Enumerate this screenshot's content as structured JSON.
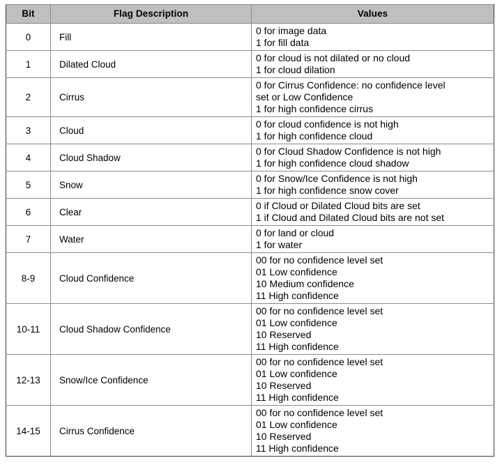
{
  "table": {
    "caption": "",
    "columns": [
      {
        "key": "bit",
        "label": "Bit"
      },
      {
        "key": "desc",
        "label": "Flag Description"
      },
      {
        "key": "val",
        "label": "Values"
      }
    ],
    "header_background": "#BFBFBF",
    "border_color": "#8A8A8A",
    "outer_border_color": "#3A3A3A",
    "rows": [
      {
        "bit": "0",
        "desc": "Fill",
        "values": [
          "0 for image data",
          "1 for fill data"
        ]
      },
      {
        "bit": "1",
        "desc": "Dilated Cloud",
        "values": [
          "0 for cloud is not dilated or no cloud",
          "1 for cloud dilation"
        ]
      },
      {
        "bit": "2",
        "desc": "Cirrus",
        "values": [
          "0 for Cirrus Confidence: no confidence level",
          "set or Low Confidence",
          "1 for high confidence cirrus"
        ]
      },
      {
        "bit": "3",
        "desc": "Cloud",
        "values": [
          "0 for cloud confidence is not high",
          "1 for high confidence cloud"
        ]
      },
      {
        "bit": "4",
        "desc": "Cloud Shadow",
        "values": [
          "0 for Cloud Shadow Confidence is not high",
          "1 for high confidence cloud shadow"
        ]
      },
      {
        "bit": "5",
        "desc": "Snow",
        "values": [
          "0 for Snow/Ice Confidence is not high",
          "1 for high confidence snow cover"
        ]
      },
      {
        "bit": "6",
        "desc": "Clear",
        "values": [
          "0 if Cloud or Dilated Cloud bits are set",
          "1 if Cloud and Dilated Cloud bits are not set"
        ]
      },
      {
        "bit": "7",
        "desc": "Water",
        "values": [
          "0 for land or cloud",
          "1 for water"
        ]
      },
      {
        "bit": "8-9",
        "desc": "Cloud Confidence",
        "values": [
          "00 for no confidence level set",
          "01 Low confidence",
          "10 Medium confidence",
          "11 High confidence"
        ]
      },
      {
        "bit": "10-11",
        "desc": "Cloud Shadow Confidence",
        "values": [
          "00 for no confidence level set",
          "01 Low confidence",
          "10 Reserved",
          "11 High confidence"
        ]
      },
      {
        "bit": "12-13",
        "desc": "Snow/Ice Confidence",
        "values": [
          "00 for no confidence level set",
          "01 Low confidence",
          "10 Reserved",
          "11 High confidence"
        ]
      },
      {
        "bit": "14-15",
        "desc": "Cirrus Confidence",
        "values": [
          "00 for no confidence level set",
          "01 Low confidence",
          "10 Reserved",
          "11 High confidence"
        ]
      }
    ]
  }
}
